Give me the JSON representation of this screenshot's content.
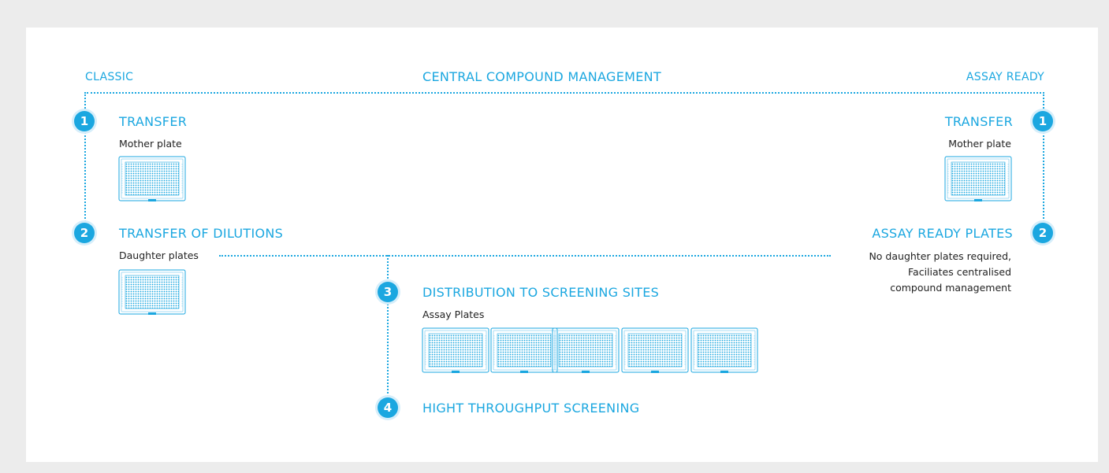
{
  "header": {
    "left_label": "CLASSIC",
    "center_label": "CENTRAL COMPOUND MANAGEMENT",
    "right_label": "ASSAY READY"
  },
  "left_steps": [
    {
      "number": "1",
      "title": "TRANSFER",
      "note": "Mother plate"
    },
    {
      "number": "2",
      "title": "TRANSFER OF DILUTIONS",
      "note": "Daughter plates"
    }
  ],
  "right_steps": [
    {
      "number": "1",
      "title": "TRANSFER",
      "note": "Mother plate"
    },
    {
      "number": "2",
      "title": "ASSAY READY PLATES",
      "note_lines": [
        "No daughter plates required,",
        "Faciliates  centralised",
        "compound management"
      ]
    }
  ],
  "center_steps": [
    {
      "number": "3",
      "title": "DISTRIBUTION TO SCREENING SITES",
      "note": "Assay Plates"
    },
    {
      "number": "4",
      "title": "HIGHT THROUGHPUT SCREENING"
    }
  ],
  "colors": {
    "accent": "#1ba7e0",
    "background": "#ececec",
    "panel": "#ffffff",
    "text": "#222222"
  },
  "icons": {
    "plate": "microplate-icon"
  }
}
